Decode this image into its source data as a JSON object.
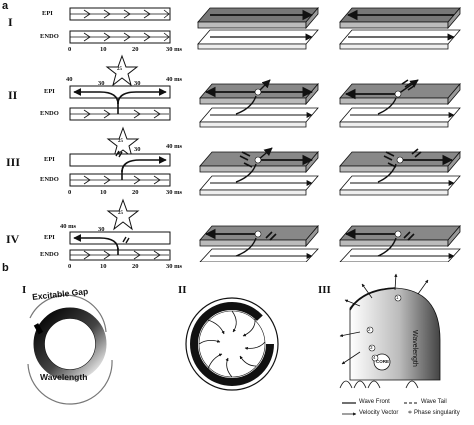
{
  "panels": {
    "a": "a",
    "b": "b"
  },
  "rows": [
    "I",
    "II",
    "III",
    "IV"
  ],
  "layers": {
    "epi": "EPI",
    "endo": "ENDO"
  },
  "times": {
    "row1": [
      "0",
      "10",
      "20",
      "30 ms"
    ],
    "row2_top": [
      "40",
      "30",
      "30",
      "40 ms"
    ],
    "row2_star": "25",
    "row3_top": [
      "30",
      "40 ms"
    ],
    "row3_star": "25",
    "row4_top": [
      "40 ms",
      "30"
    ],
    "row4_star": "25",
    "axis": [
      "0",
      "10",
      "20",
      "30 ms"
    ]
  },
  "b_panels": [
    "I",
    "II",
    "III"
  ],
  "ring_labels": {
    "top": "Excitable Gap",
    "bottom": "Wavelength"
  },
  "panel3": {
    "wavelength": "Wavelength",
    "core": "CORE",
    "numbers": [
      "1",
      "2",
      "3",
      "4"
    ]
  },
  "legend": [
    "Wave Front",
    "Wave Tail",
    "Velocity Vector",
    "Phase singularity"
  ]
}
